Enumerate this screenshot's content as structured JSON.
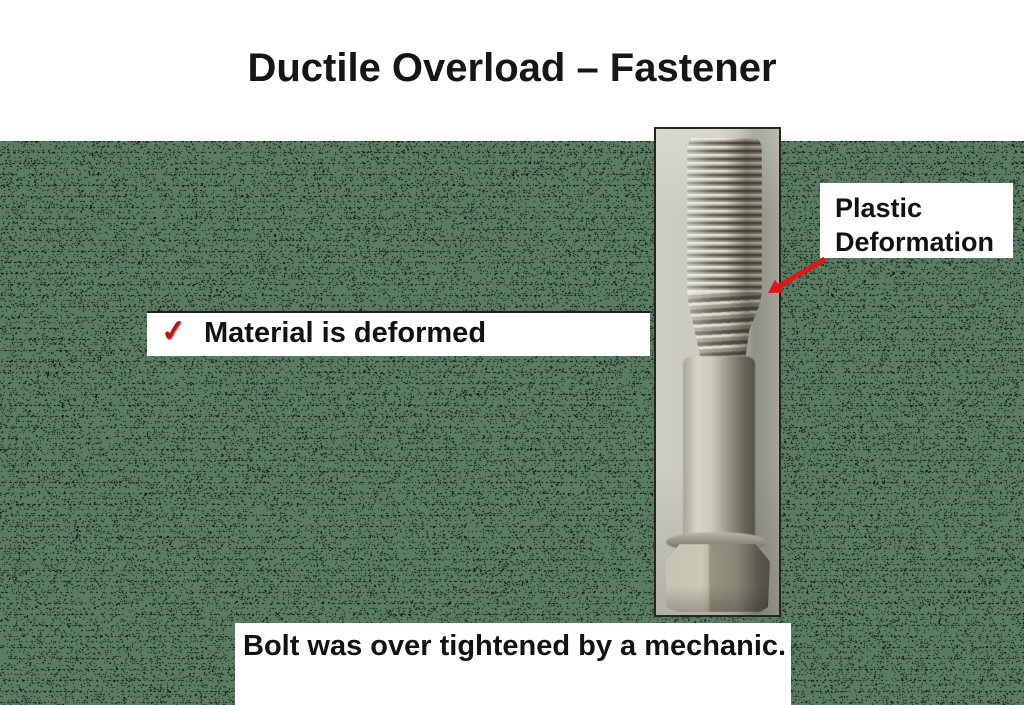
{
  "slide": {
    "title": "Ductile Overload – Fastener",
    "bullet": {
      "check_glyph": "✓",
      "label": "Material is deformed"
    },
    "callout": {
      "line1": "Plastic",
      "line2": "Deformation"
    },
    "caption": "Bolt was over tightened by a mechanic."
  },
  "colors": {
    "background_green": "#5a7d62",
    "noise_dot": "#0e140e",
    "arrow_red": "#e51414",
    "check_red": "#c01010",
    "text_black": "#121212",
    "photo_border": "#28271f"
  }
}
